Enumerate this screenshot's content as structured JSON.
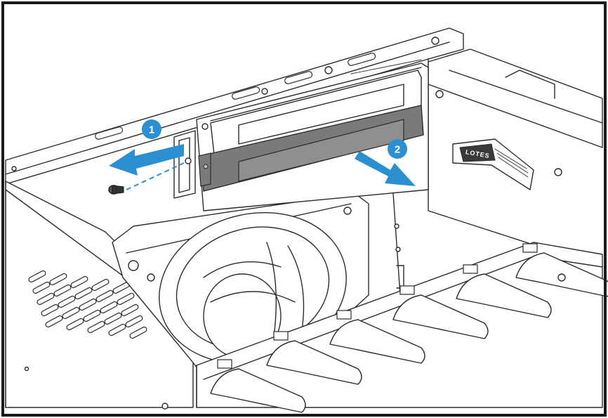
{
  "steps": [
    {
      "number": "1"
    },
    {
      "number": "2"
    }
  ],
  "connector_label": "LOTES",
  "colors": {
    "arrow": "#2b8fd0",
    "step_badge": "#2b8fd0",
    "bracket": "#7a7a7a",
    "line": "#2b2b2b",
    "frame": "#1a1a1a"
  },
  "icons": [
    "screw-icon",
    "arrow-left-icon",
    "arrow-down-right-icon",
    "fan-icon",
    "pcie-connector-icon"
  ]
}
